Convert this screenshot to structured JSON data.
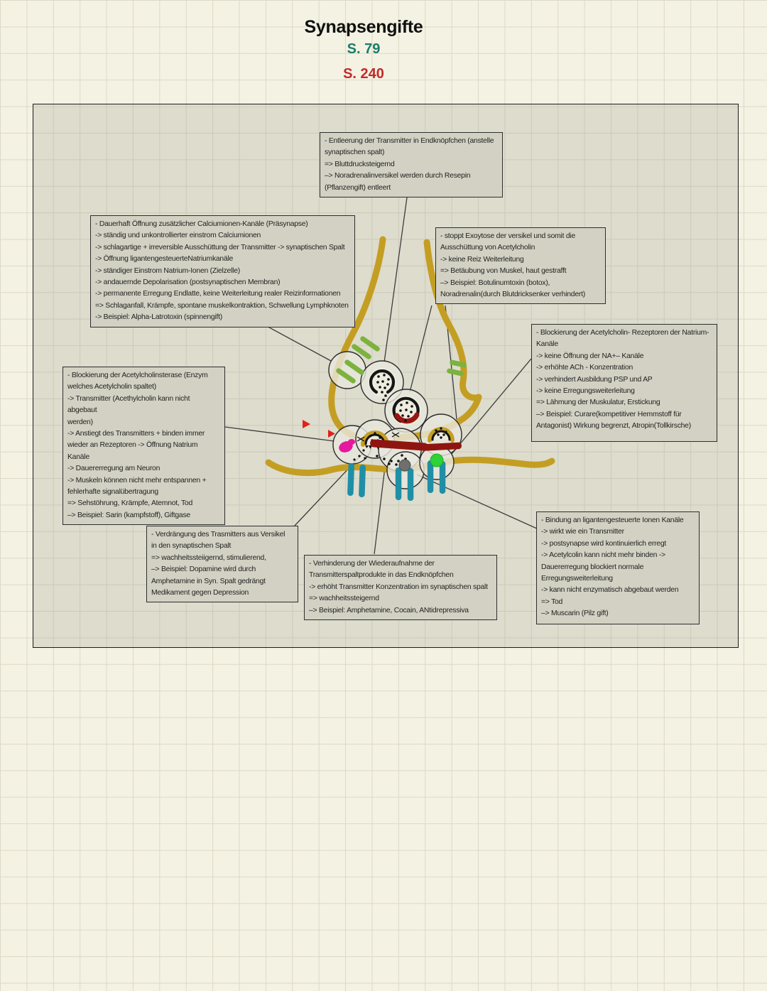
{
  "page": {
    "title": "Synapsengifte",
    "page_ref_teal": "S. 79",
    "page_ref_red": "S. 240"
  },
  "colors": {
    "paper": "#f4f2e3",
    "grid_line": "#dcd9c5",
    "membrane_gold": "#c49e23",
    "calcium_channel_green": "#7cb23e",
    "sodium_channel_teal": "#1f8fa6",
    "fusion_red": "#8f1511",
    "enzyme_magenta": "#e5189f",
    "muscarin_dot_green": "#2fd237",
    "bound_dot_gray": "#6f6f6f",
    "marker_arrow_red": "#e32119",
    "ref_teal": "#1b7d66",
    "ref_red": "#c32a2a"
  },
  "notes": [
    {
      "id": "resepin",
      "text": "- Entleerung der Transmitter in Endknöpfchen (anstelle\nsynaptischen spalt)\n=> Bluttdrucksteigernd\n –> Noradrenalinversikel werden durch Resepin\n(Pflanzengift) entleert"
    },
    {
      "id": "calcium-latrotoxin",
      "text": "- Dauerhaft Öffnung zusätzlicher Calciumionen-Kanäle (Präsynapse)\n-> ständig und unkontrollierter einstrom Calciumionen\n-> schlagartige + irreversible Ausschüttung der Transmitter -> synaptischen Spalt\n-> Öffnung ligantengesteuerteNatriumkanäle\n-> ständiger Einstrom Natrium-Ionen (Zielzelle)\n-> andauernde Depolarisation (postsynaptischen Membran)\n-> permanente Erregung Endlatte, keine Weiterleitung realer Reizinformationen\n=> Schlaganfall, Krämpfe, spontane muskelkontraktion, Schwellung Lymphknoten\n-> Beispiel:  Alpha-Latrotoxin (spinnengift)"
    },
    {
      "id": "botox",
      "text": "- stoppt Exoytose der versikel und somit die\nAusschüttung von Acetylcholin\n-> keine Reiz Weiterleitung\n=> Betäubung von Muskel, haut gestrafft\n–> Beispiel: Botulinumtoxin (botox),\nNoradrenalin(durch Blutdricksenker verhindert)"
    },
    {
      "id": "curare",
      "text": "- Blockierung der  Acetylcholin- Rezeptoren der Natrium-\nKanäle\n-> keine Öffnung der NA+– Kanäle\n-> erhöhte ACh - Konzentration\n-> verhindert Ausbildung PSP und AP\n-> keine Erregungsweiterleitung\n=> Lähmung der Muskulatur, Erstickung\n–> Beispiel: Curare(kompetitiver Hemmstoff für\nAntagonist) Wirkung begrenzt, Atropin(Tollkirsche)"
    },
    {
      "id": "sarin",
      "text": "- Blockierung der Acetylcholinsterase (Enzym\nwelches Acetylcholin spaltet)\n-> Transmitter (Acethylcholin kann nicht abgebaut\nwerden)\n-> Anstiegt des Transmitters + binden immer\nwieder an Rezeptoren -> Öffnung Natrium Kanäle\n-> Dauererregung am Neuron\n-> Muskeln können nicht mehr entspannen +\nfehlerhafte signalübertragung\n=> Sehstöhrung, Krämpfe, Atemnot, Tod\n–> Beispiel: Sarin (kampfstoff), Giftgase"
    },
    {
      "id": "verdraengung-amphetamine",
      "text": "- Verdrängung des Trasmitters aus Versikel\nin den synaptischen Spalt\n=> wachheitssteiigernd, stimulierend,\n–> Beispiel: Dopamine wird durch\nAmphetamine in Syn. Spalt gedrängt\nMedikament gegen Depression"
    },
    {
      "id": "wiederaufnahme",
      "text": "- Verhinderung der Wiederaufnahme der\nTransmitterspaltprodukte in das Endknöpfchen\n-> erhöht Transmitter Konzentration im synaptischen spalt\n=> wachheitssteigernd\n–> Beispiel: Amphetamine, Cocain, ANtidrepressiva"
    },
    {
      "id": "muscarin",
      "text": "- Bindung an ligantengesteuerte Ionen Kanäle\n-> wirkt wie ein Transmitter\n-> postsynapse wird kontinuierlich erregt\n-> Acetylcolin kann nicht mehr binden ->\nDauererregung blockiert normale\nErregungsweiterleitung\n-> kann nicht enzymatisch abgebaut werden\n=> Tod\n–> Muscarin (Pilz gift)"
    }
  ],
  "diagram": {
    "subject": "synapse with presynaptic terminal, synaptic cleft and postsynaptic membrane",
    "elements": [
      {
        "name": "presynaptic-membrane",
        "color": "#c49e23"
      },
      {
        "name": "postsynaptic-membrane",
        "color": "#c49e23"
      },
      {
        "name": "calcium-channel",
        "color": "#7cb23e",
        "count": 3
      },
      {
        "name": "sodium-receptor-channel",
        "color": "#1f8fa6",
        "count": 3
      },
      {
        "name": "transmitter-vesicle",
        "count": 2
      },
      {
        "name": "fused-vesicle-exocytosis",
        "count": 2
      },
      {
        "name": "transmitter-split-products-bar",
        "color": "#8f1511"
      },
      {
        "name": "acetylcholinesterase-enzyme",
        "color": "#e5189f"
      },
      {
        "name": "bound-ligand-dot-green",
        "color": "#2fd237"
      },
      {
        "name": "bound-ligand-dot-gray",
        "color": "#6f6f6f"
      },
      {
        "name": "red-arrow-marker",
        "color": "#e32119",
        "count": 2
      }
    ]
  }
}
